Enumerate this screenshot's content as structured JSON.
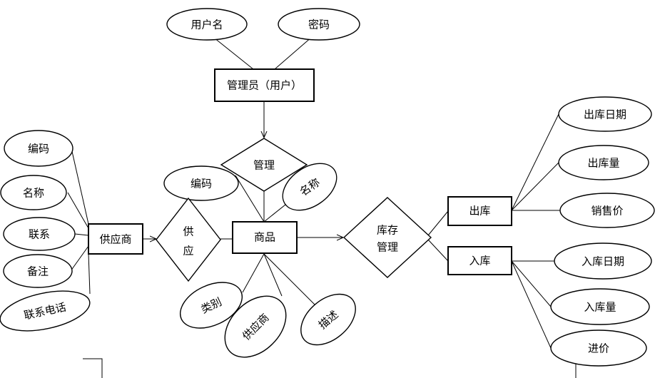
{
  "entities": {
    "admin": "管理员（用户）",
    "supplier": "供应商",
    "product": "商品",
    "outbound": "出库",
    "inbound": "入库"
  },
  "relationships": {
    "manage": "管理",
    "supply_line1": "供",
    "supply_line2": "应",
    "inventory_line1": "库存",
    "inventory_line2": "管理"
  },
  "attributes": {
    "admin_username": "用户名",
    "admin_password": "密码",
    "supplier_code": "编码",
    "supplier_name": "名称",
    "supplier_contact": "联系",
    "supplier_remark": "备注",
    "supplier_phone": "联系电话",
    "product_code": "编码",
    "product_name": "名称",
    "product_category": "类别",
    "product_supplier": "供应商",
    "product_description": "描述",
    "outbound_date": "出库日期",
    "outbound_quantity": "出库量",
    "outbound_price": "销售价",
    "inbound_date": "入库日期",
    "inbound_quantity": "入库量",
    "inbound_price": "进价"
  }
}
